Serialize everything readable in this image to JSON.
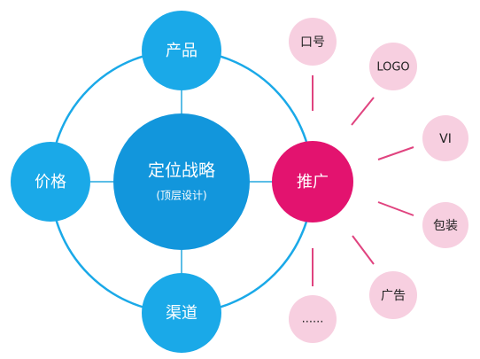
{
  "center": {
    "title": "定位战略",
    "subtitle": "(顶层设计)"
  },
  "ring_nodes": {
    "top": "产品",
    "left": "价格",
    "bottom": "渠道",
    "right": "推广"
  },
  "satellites": [
    "口号",
    "LOGO",
    "VI",
    "包装",
    "广告",
    "......"
  ],
  "colors": {
    "main_blue": "#1aa9e8",
    "center_blue": "#1296dc",
    "connector_blue": "#5bbde6",
    "promo_magenta": "#e3136f",
    "satellite_pink": "#f7cfe0",
    "satellite_line": "#e0437f",
    "white_text": "#ffffff",
    "dark_text": "#222222"
  }
}
